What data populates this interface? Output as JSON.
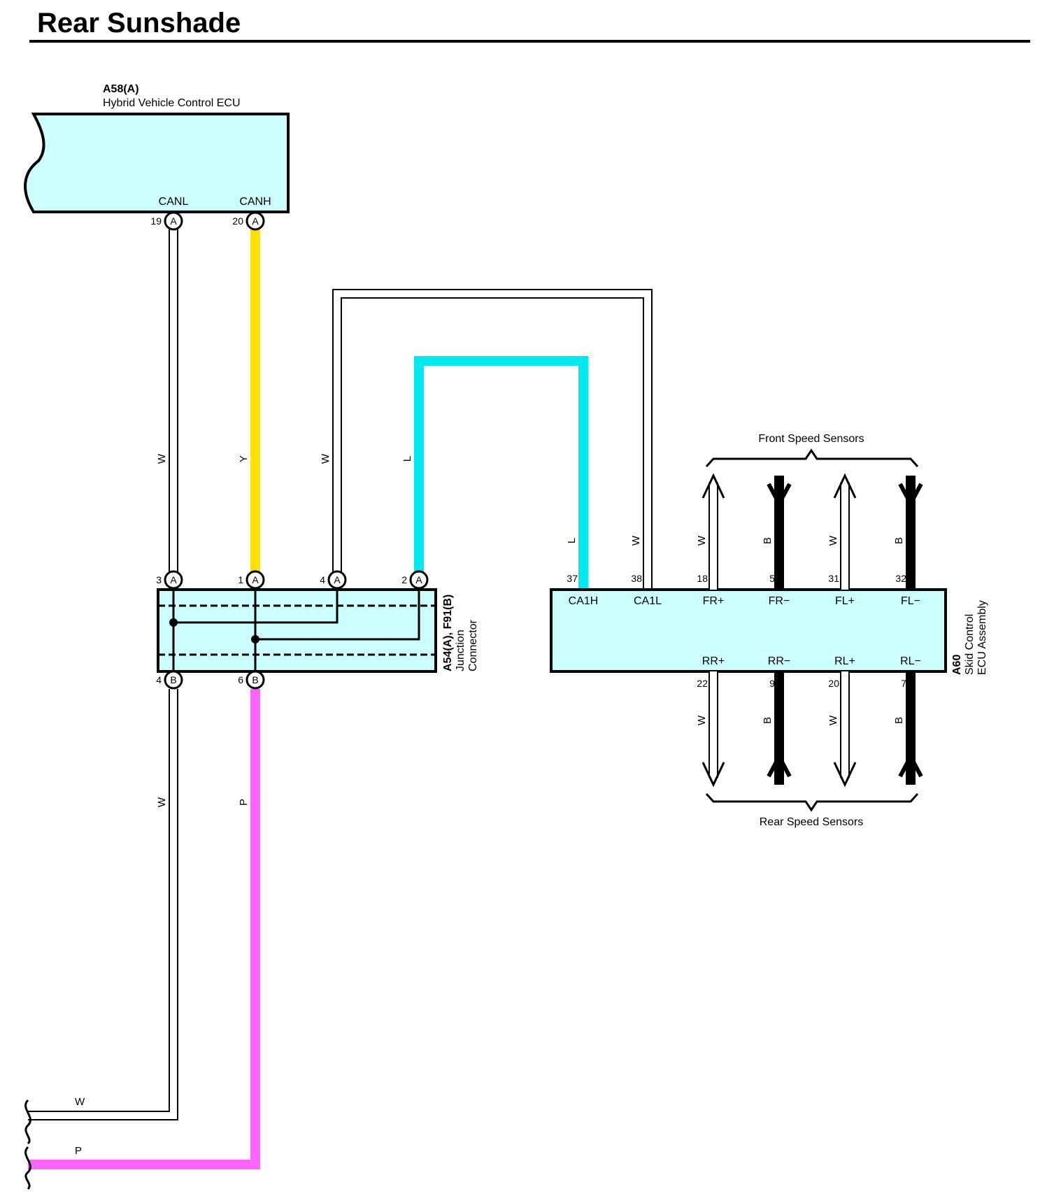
{
  "title": "Rear Sunshade",
  "colors": {
    "ecu_fill": "#ccffff",
    "wire_yellow": "#ffe000",
    "wire_blue": "#00e8f0",
    "wire_pink": "#ff66ff",
    "wire_black": "#000000",
    "wire_white": "#ffffff"
  },
  "hv_ecu": {
    "id": "A58(A)",
    "name": "Hybrid Vehicle Control ECU",
    "canl": {
      "label": "CANL",
      "pin": "19",
      "conn": "A"
    },
    "canh": {
      "label": "CANH",
      "pin": "20",
      "conn": "A"
    }
  },
  "junction": {
    "id": "A54(A), F91(B)",
    "name1": "Junction",
    "name2": "Connector",
    "top_pins": [
      {
        "pin": "3",
        "conn": "A"
      },
      {
        "pin": "1",
        "conn": "A"
      },
      {
        "pin": "4",
        "conn": "A"
      },
      {
        "pin": "2",
        "conn": "A"
      }
    ],
    "bottom_pins": [
      {
        "pin": "4",
        "conn": "B"
      },
      {
        "pin": "6",
        "conn": "B"
      }
    ]
  },
  "skid_ecu": {
    "id": "A60",
    "name1": "Skid Control",
    "name2": "ECU Assembly",
    "top_terminals": [
      {
        "pin": "37",
        "label": "CA1H"
      },
      {
        "pin": "38",
        "label": "CA1L"
      },
      {
        "pin": "18",
        "label": "FR+"
      },
      {
        "pin": "5",
        "label": "FR−"
      },
      {
        "pin": "31",
        "label": "FL+"
      },
      {
        "pin": "32",
        "label": "FL−"
      }
    ],
    "bottom_terminals": [
      {
        "pin": "22",
        "label": "RR+"
      },
      {
        "pin": "9",
        "label": "RR−"
      },
      {
        "pin": "20",
        "label": "RL+"
      },
      {
        "pin": "7",
        "label": "RL−"
      }
    ]
  },
  "wire_codes": {
    "canl_top": "W",
    "canh_top": "Y",
    "j4_top": "W",
    "j2_top": "L",
    "ca1h": "L",
    "ca1l": "W",
    "fr_plus": "W",
    "fr_minus": "B",
    "fl_plus": "W",
    "fl_minus": "B",
    "rr_plus": "W",
    "rr_minus": "B",
    "rl_plus": "W",
    "rl_minus": "B",
    "b4_down": "W",
    "b6_down": "P",
    "exit_w": "W",
    "exit_p": "P"
  },
  "front_sensors_label": "Front Speed Sensors",
  "rear_sensors_label": "Rear Speed Sensors"
}
